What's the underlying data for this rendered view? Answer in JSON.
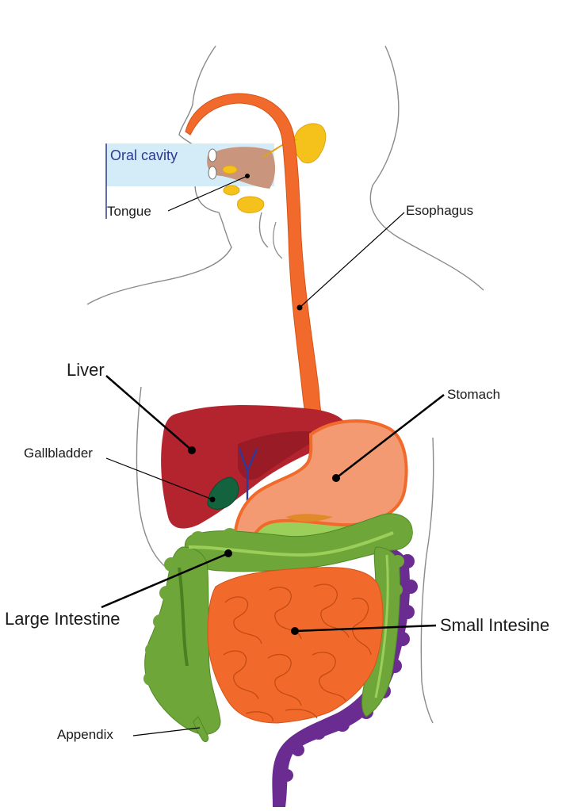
{
  "labels": {
    "oral_cavity": "Oral cavity",
    "tongue": "Tongue",
    "esophagus": "Esophagus",
    "liver": "Liver",
    "stomach": "Stomach",
    "gallbladder": "Gallbladder",
    "large_intestine": "Large Intestine",
    "small_intestine": "Small Intesine",
    "appendix": "Appendix"
  },
  "colors": {
    "outline": "#8a8a8a",
    "esophagus": "#f26a2b",
    "stomach": "#f39a72",
    "liver": "#b3242f",
    "gallbladder": "#14633f",
    "large_intestine": "#6fa63a",
    "small_intestine": "#f26a2b",
    "rectum": "#6a2c91",
    "salivary_glands": "#f4c21a",
    "tongue": "#c9967d",
    "oral_cavity_highlight": "#d4ecf8",
    "bile_duct": "#2b3a9f"
  }
}
